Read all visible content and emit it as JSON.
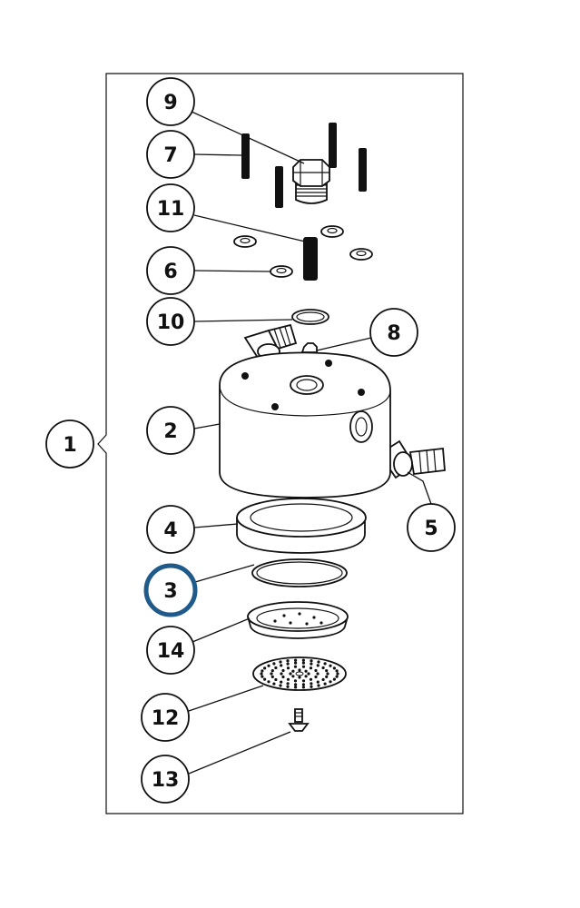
{
  "diagram": {
    "callouts": [
      {
        "id": "1",
        "label": "1"
      },
      {
        "id": "2",
        "label": "2"
      },
      {
        "id": "3",
        "label": "3",
        "highlight_color": "#1f5a8a"
      },
      {
        "id": "4",
        "label": "4"
      },
      {
        "id": "5",
        "label": "5"
      },
      {
        "id": "6",
        "label": "6"
      },
      {
        "id": "7",
        "label": "7"
      },
      {
        "id": "8",
        "label": "8"
      },
      {
        "id": "9",
        "label": "9"
      },
      {
        "id": "10",
        "label": "10"
      },
      {
        "id": "11",
        "label": "11"
      },
      {
        "id": "12",
        "label": "12"
      },
      {
        "id": "13",
        "label": "13"
      },
      {
        "id": "14",
        "label": "14"
      }
    ],
    "colors": {
      "line": "#111111",
      "highlight": "#1f5a8a",
      "background": "#ffffff"
    }
  }
}
